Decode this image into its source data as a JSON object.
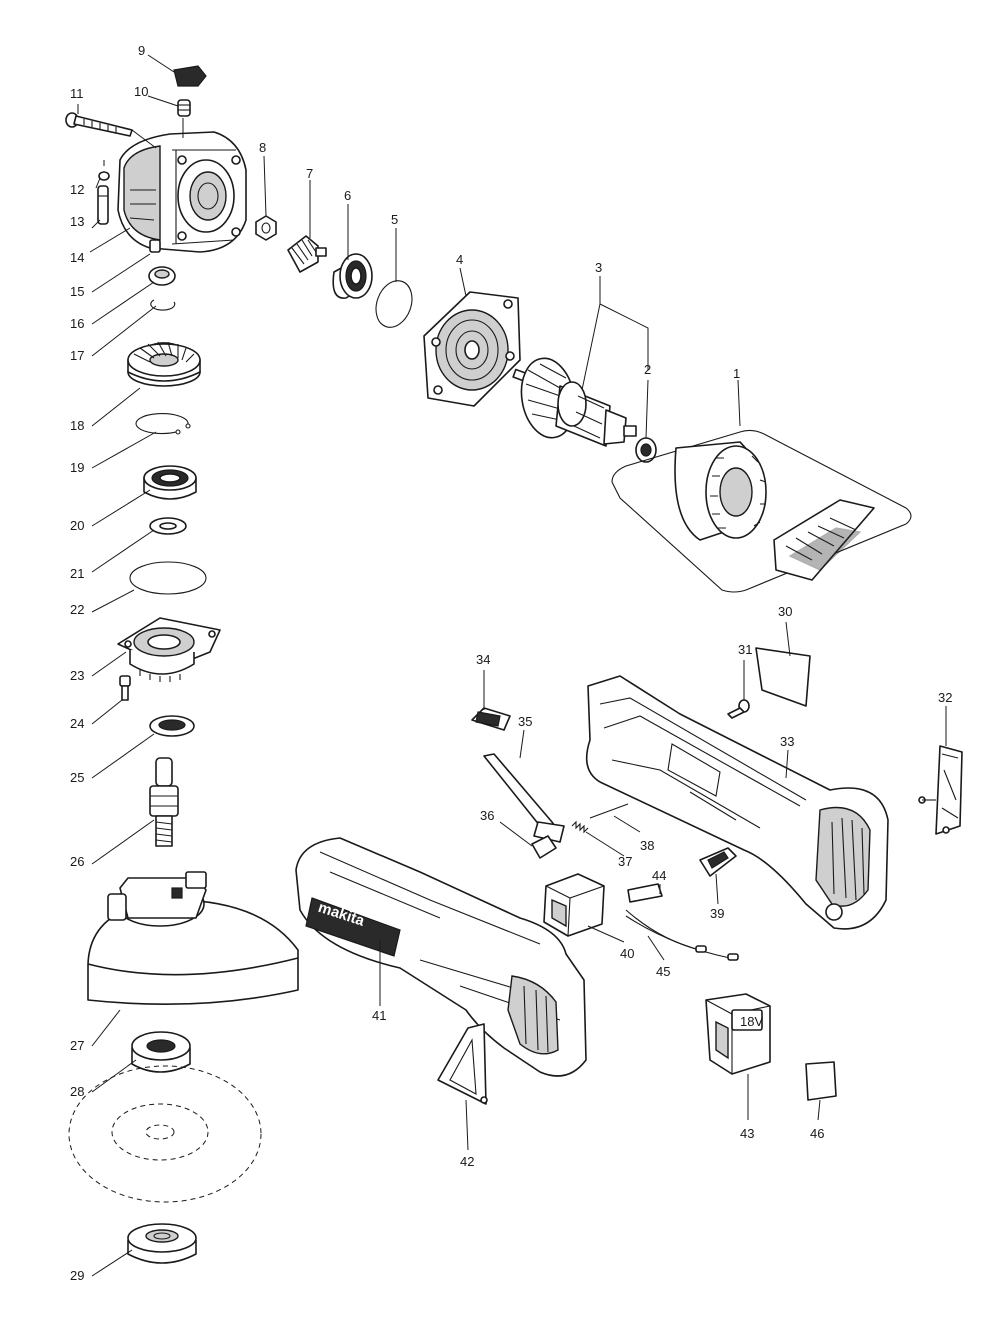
{
  "diagram": {
    "type": "exploded parts diagram",
    "brand_logo_text": "makita",
    "battery_mark": "18V",
    "part_numbers": [
      "1",
      "2",
      "3",
      "4",
      "5",
      "6",
      "7",
      "8",
      "9",
      "10",
      "11",
      "12",
      "13",
      "14",
      "15",
      "16",
      "17",
      "18",
      "19",
      "20",
      "21",
      "22",
      "23",
      "24",
      "25",
      "26",
      "27",
      "28",
      "29",
      "30",
      "31",
      "32",
      "33",
      "34",
      "35",
      "36",
      "37",
      "38",
      "39",
      "40",
      "41",
      "42",
      "43",
      "44",
      "45",
      "46"
    ]
  }
}
